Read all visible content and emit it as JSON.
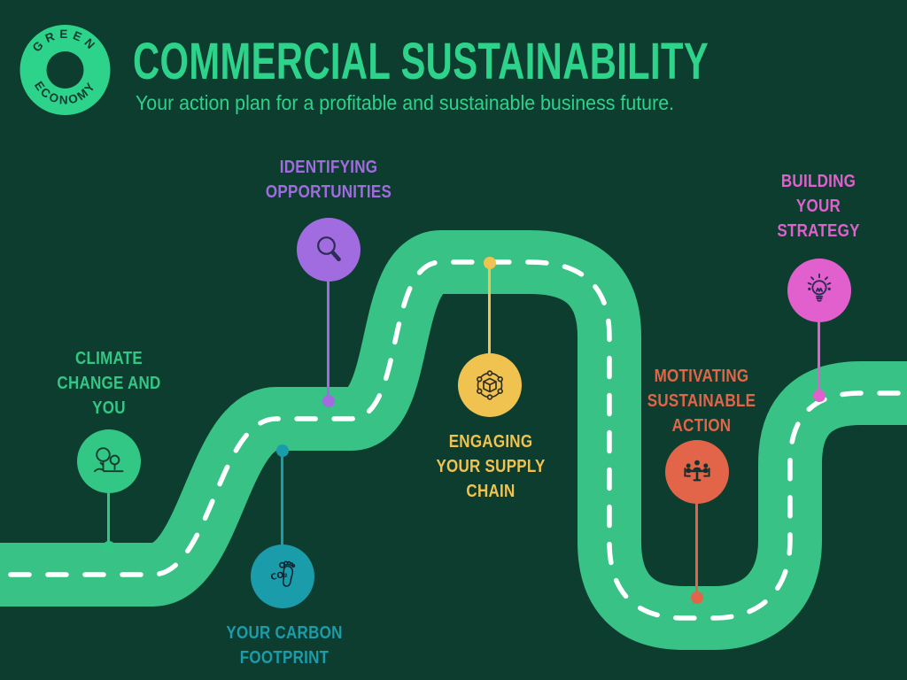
{
  "logo": {
    "top_text": "GREEN",
    "bottom_text": "ECONOMY"
  },
  "header": {
    "title": "COMMERCIAL SUSTAINABILITY",
    "subtitle": "Your action plan for a profitable and sustainable business future."
  },
  "colors": {
    "bg": "#0d3d2f",
    "road": "#38c286",
    "dash": "#ffffff",
    "brand": "#2ed38b"
  },
  "milestones": [
    {
      "id": "climate-change-and-you",
      "label": "CLIMATE\nCHANGE AND\nYOU",
      "color": "#33c786",
      "icon": "trees-icon",
      "icon_color": "#0e3e2f"
    },
    {
      "id": "identifying-opportunities",
      "label": "IDENTIFYING\nOPPORTUNITIES",
      "color": "#a06ce0",
      "icon": "magnifier-icon",
      "icon_color": "#2c2c54"
    },
    {
      "id": "your-carbon-footprint",
      "label": "YOUR CARBON\nFOOTPRINT",
      "color": "#1a9cab",
      "icon": "carbon-footprint-icon",
      "icon_color": "#0a2530",
      "icon_text": "CO₂"
    },
    {
      "id": "engaging-your-supply-chain",
      "label": "ENGAGING\nYOUR SUPPLY\nCHAIN",
      "color": "#f0c24f",
      "icon": "supply-chain-icon",
      "icon_color": "#332f20"
    },
    {
      "id": "motivating-sustainable-action",
      "label": "MOTIVATING\nSUSTAINABLE\nACTION",
      "color": "#e2654a",
      "icon": "meeting-icon",
      "icon_color": "#14302a"
    },
    {
      "id": "building-your-strategy",
      "label": "BUILDING\nYOUR\nSTRATEGY",
      "color": "#e160ce",
      "icon": "lightbulb-icon",
      "icon_color": "#2c2c54"
    }
  ]
}
